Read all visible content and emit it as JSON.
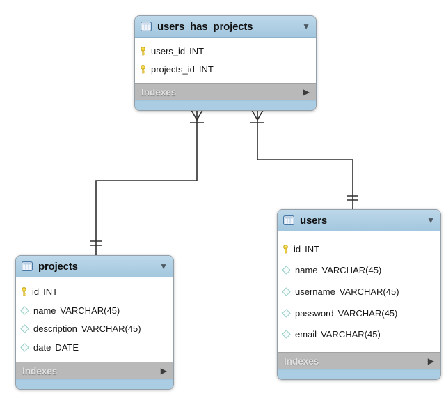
{
  "diagram": {
    "kind": "EER diagram",
    "background_color": "#ffffff",
    "accent_colors": {
      "table_header_blue": "#aacde4",
      "indexes_bar_gray": "#b9b9b9",
      "indexes_text_gray": "#e2e2e2",
      "primary_key_yellow": "#f0d23c",
      "column_diamond_teal": "#93ccc2",
      "relationship_line": "#2f2f2f"
    },
    "icons": {
      "collapse": "▼",
      "expand": "▶"
    },
    "tables": [
      {
        "title": "users_has_projects",
        "indexes_label": "Indexes",
        "columns": [
          {
            "name": "users_id",
            "type": "INT",
            "key": "primary"
          },
          {
            "name": "projects_id",
            "type": "INT",
            "key": "primary"
          }
        ]
      },
      {
        "title": "projects",
        "indexes_label": "Indexes",
        "columns": [
          {
            "name": "id",
            "type": "INT",
            "key": "primary"
          },
          {
            "name": "name",
            "type": "VARCHAR(45)",
            "key": "none"
          },
          {
            "name": "description",
            "type": "VARCHAR(45)",
            "key": "none"
          },
          {
            "name": "date",
            "type": "DATE",
            "key": "none"
          }
        ]
      },
      {
        "title": "users",
        "indexes_label": "Indexes",
        "columns": [
          {
            "name": "id",
            "type": "INT",
            "key": "primary"
          },
          {
            "name": "name",
            "type": "VARCHAR(45)",
            "key": "none"
          },
          {
            "name": "username",
            "type": "VARCHAR(45)",
            "key": "none"
          },
          {
            "name": "password",
            "type": "VARCHAR(45)",
            "key": "none"
          },
          {
            "name": "email",
            "type": "VARCHAR(45)",
            "key": "none"
          }
        ]
      }
    ],
    "relationships": [
      {
        "from": "users_has_projects",
        "to": "projects",
        "from_end": "many (crow's foot with bar)",
        "to_end": "one and only one (double tick)"
      },
      {
        "from": "users_has_projects",
        "to": "users",
        "from_end": "many (crow's foot with bar)",
        "to_end": "one and only one (double tick)"
      }
    ]
  }
}
